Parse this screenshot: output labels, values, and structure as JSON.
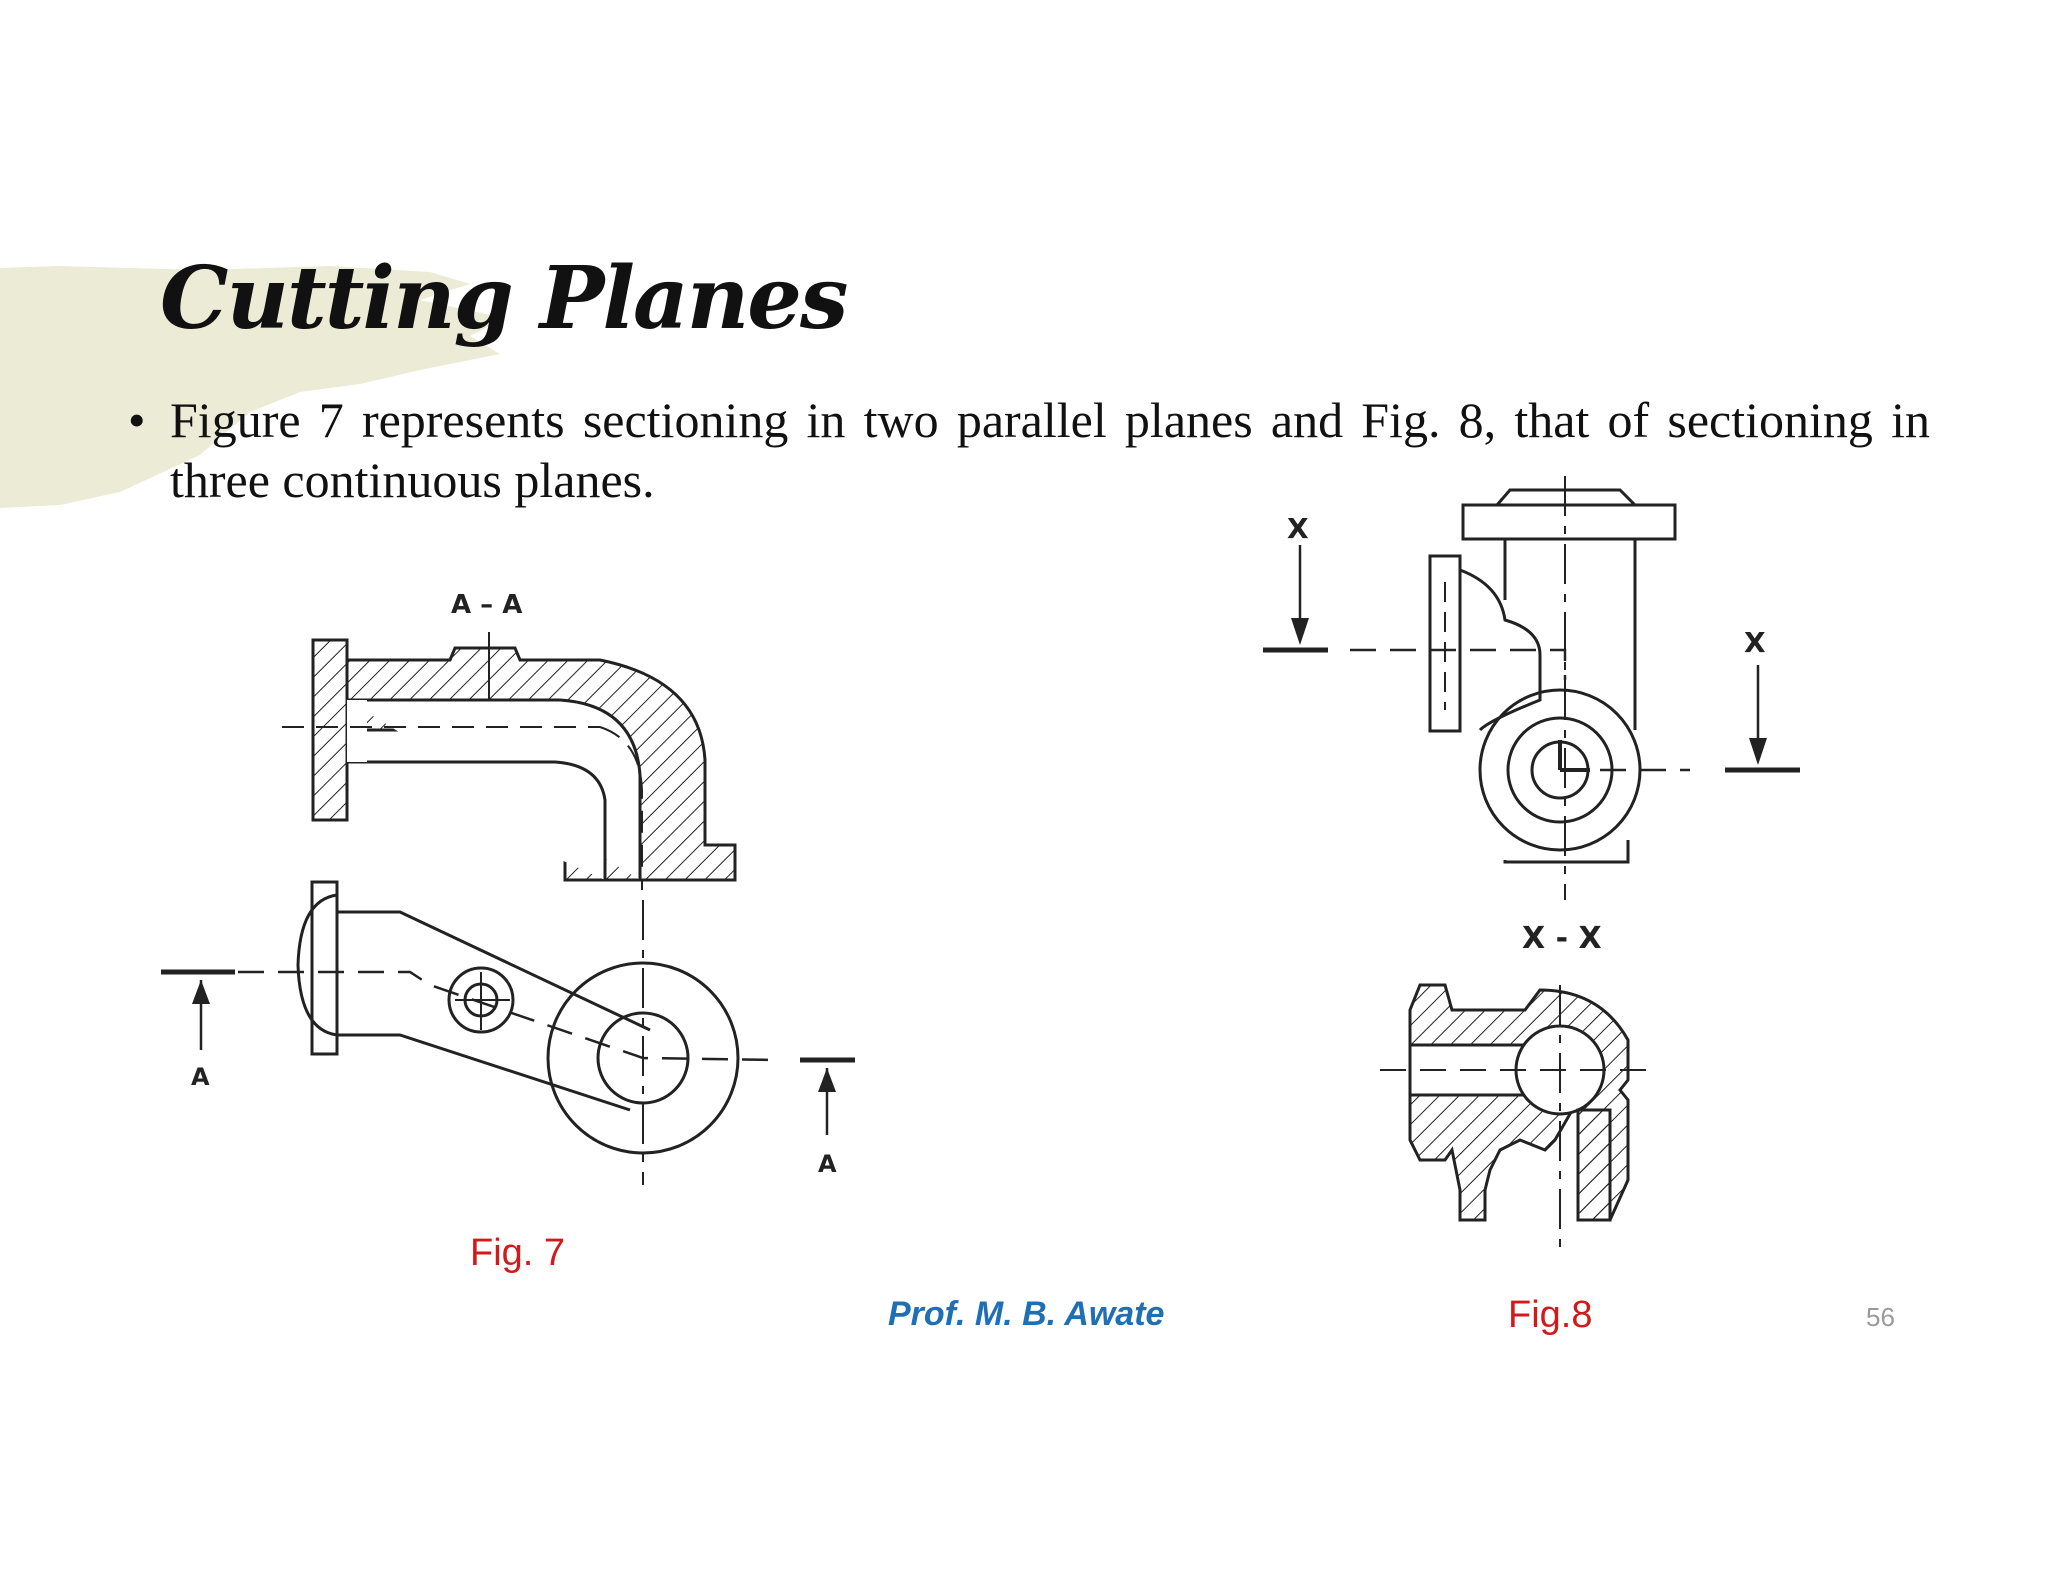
{
  "slide": {
    "title": "Cutting Planes",
    "bullet_symbol": "•",
    "bullet_text": "Figure 7 represents sectioning in two parallel planes and Fig. 8, that of sectioning in three continuous planes.",
    "author": "Prof. M. B. Awate",
    "page_number": "56",
    "accent_color": "#ecebd6"
  },
  "fig7": {
    "caption": "Fig. 7",
    "section_label": "A – A",
    "plane_label_left": "A",
    "plane_label_right": "A"
  },
  "fig8": {
    "caption": "Fig.8",
    "section_label": "X - X",
    "plane_label_left": "X",
    "plane_label_right": "X"
  }
}
